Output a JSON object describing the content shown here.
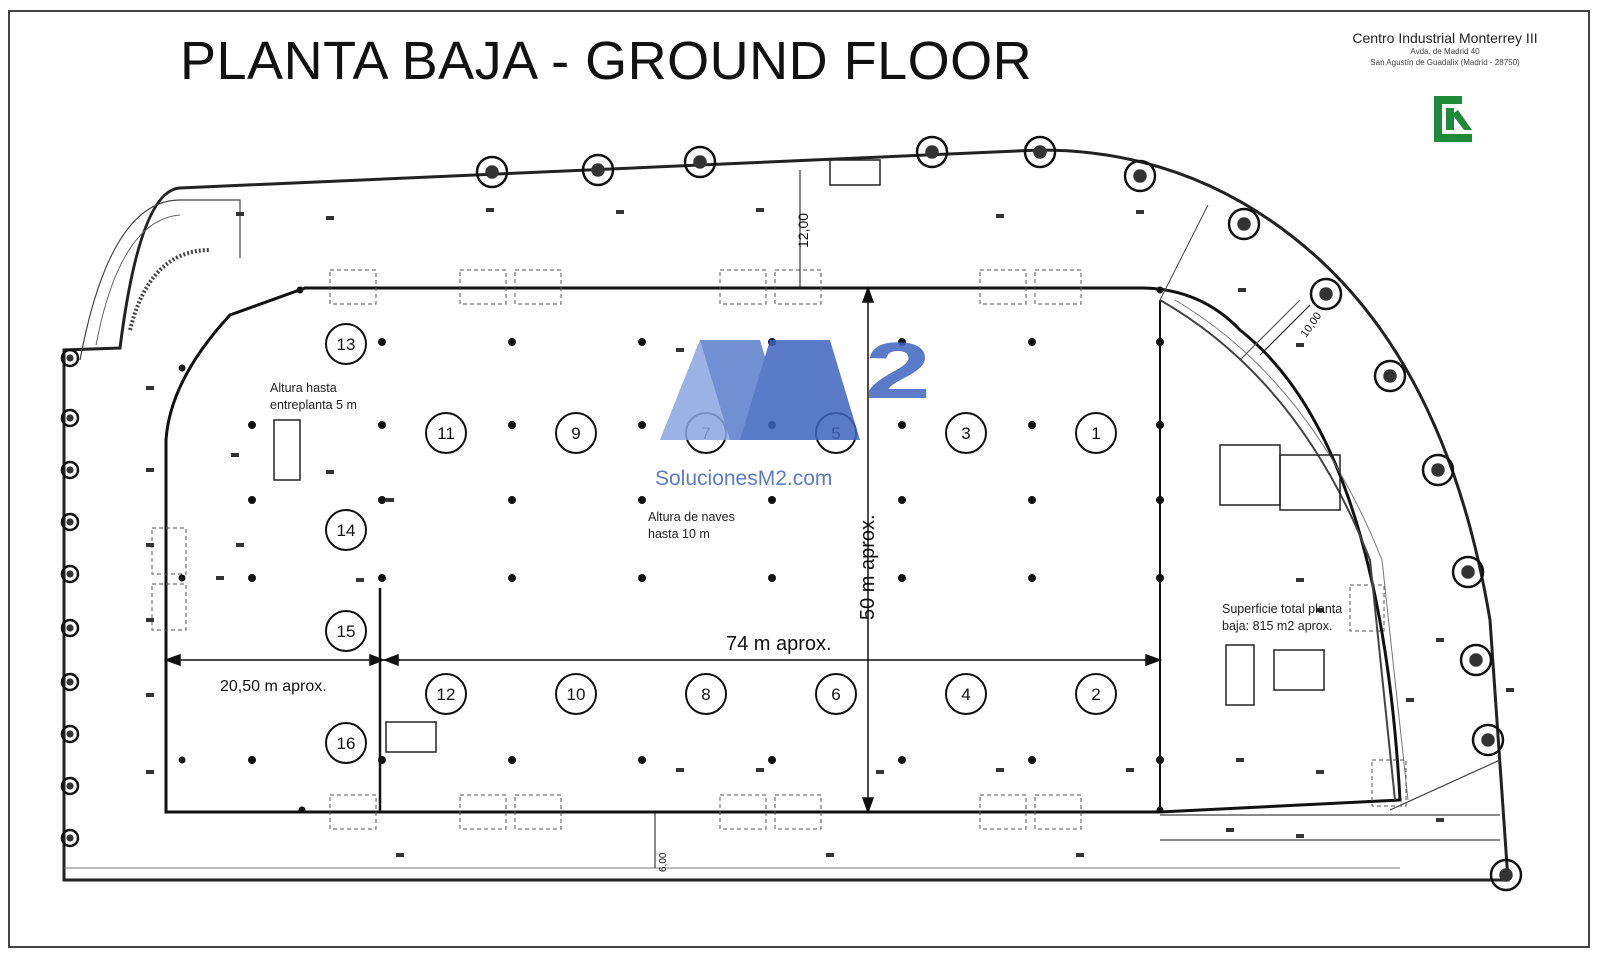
{
  "title": "PLANTA BAJA - GROUND FLOOR",
  "company": {
    "name": "Centro Industrial Monterrey III",
    "address_line1": "Avda. de Madrid 40",
    "address_line2": "San Agustín de Guadalix (Madrid - 28750)",
    "logo_color": "#1f8a3a"
  },
  "watermark": {
    "brand_text": "M2",
    "url_text": "SolucionesM2.com",
    "color": "#3f64c0"
  },
  "units": [
    "1",
    "2",
    "3",
    "4",
    "5",
    "6",
    "7",
    "8",
    "9",
    "10",
    "11",
    "12",
    "13",
    "14",
    "15",
    "16"
  ],
  "labels": {
    "mezzanine_height": [
      "Altura hasta",
      "entreplanta 5 m"
    ],
    "bay_height": [
      "Altura de naves",
      "hasta 10 m"
    ],
    "total_surface": [
      "Superficie total planta",
      "baja:  815 m2 aprox."
    ]
  },
  "dimensions": {
    "width_main": "74 m aprox.",
    "width_left": "20,50 m aprox.",
    "depth": "50 m aprox.",
    "setback_top": "12,00",
    "setback_bottom": "6,00",
    "setback_curve": "10,00"
  }
}
